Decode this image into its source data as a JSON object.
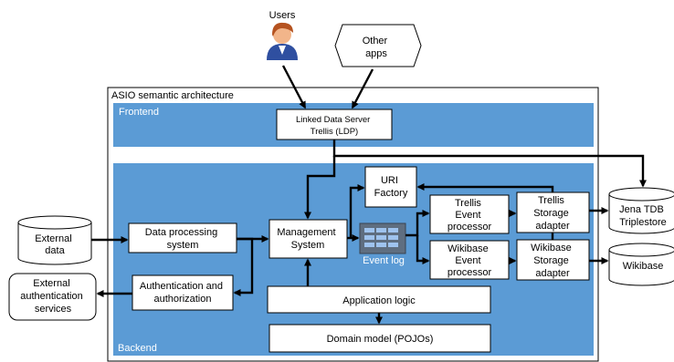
{
  "actors": {
    "users": "Users",
    "other_apps": [
      "Other",
      "apps"
    ]
  },
  "architecture": {
    "title": "ASIO semantic architecture",
    "frontend_label": "Frontend",
    "backend_label": "Backend"
  },
  "frontend": {
    "ldp": [
      "Linked Data Server",
      "Trellis (LDP)"
    ]
  },
  "backend": {
    "data_processing": [
      "Data processing",
      "system"
    ],
    "auth": [
      "Authentication and",
      "authorization"
    ],
    "management": [
      "Management",
      "System"
    ],
    "uri_factory": [
      "URI",
      "Factory"
    ],
    "event_log": "Event log",
    "trellis_processor": [
      "Trellis",
      "Event",
      "processor"
    ],
    "wikibase_processor": [
      "Wikibase",
      "Event",
      "processor"
    ],
    "trellis_adapter": [
      "Trellis",
      "Storage",
      "adapter"
    ],
    "wikibase_adapter": [
      "Wikibase",
      "Storage",
      "adapter"
    ],
    "app_logic": "Application logic",
    "domain_model": "Domain model (POJOs)"
  },
  "external": {
    "data": [
      "External",
      "data"
    ],
    "auth_services": [
      "External",
      "authentication",
      "services"
    ]
  },
  "stores": {
    "jena": [
      "Jena TDB",
      "Triplestore"
    ],
    "wikibase": "Wikibase"
  },
  "colors": {
    "panel_blue": "#5b9bd5",
    "panel_text": "#ffffff",
    "box_fill": "#ffffff",
    "stroke": "#000000"
  }
}
